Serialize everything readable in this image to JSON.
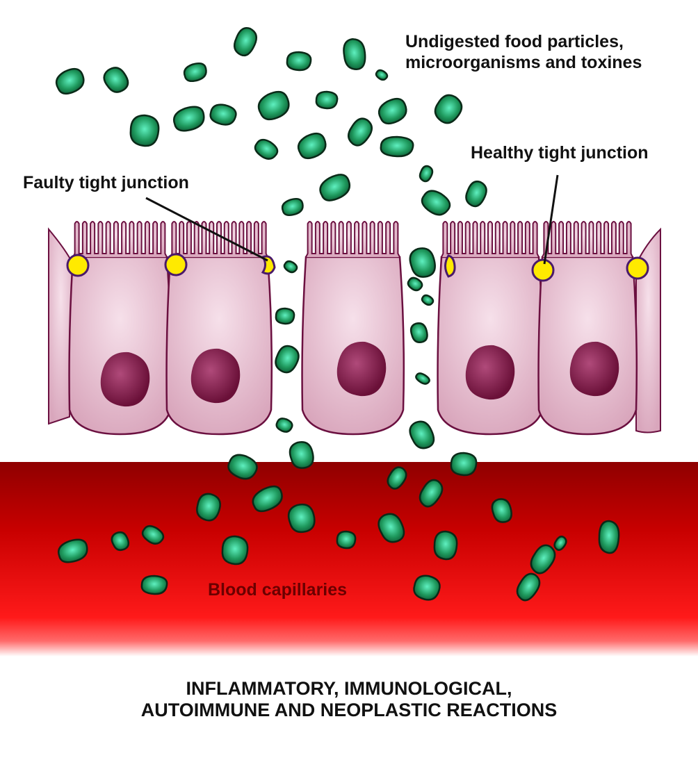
{
  "labels": {
    "particles_line1": "Undigested food particles,",
    "particles_line2": "microorganisms and toxines",
    "healthy_junction": "Healthy tight junction",
    "faulty_junction": "Faulty tight junction",
    "blood": "Blood capillaries",
    "reactions_line1": "INFLAMMATORY, IMMUNOLOGICAL,",
    "reactions_line2": "AUTOIMMUNE AND NEOPLASTIC REACTIONS"
  },
  "colors": {
    "cell": "#e9c3d3",
    "cell_outline": "#6b1040",
    "nucleus": "#7a1a48",
    "junction": "#ffea00",
    "particle": "#1e9a5c",
    "blood_dark": "#9a0000",
    "blood_bright": "#ff1a1a"
  }
}
